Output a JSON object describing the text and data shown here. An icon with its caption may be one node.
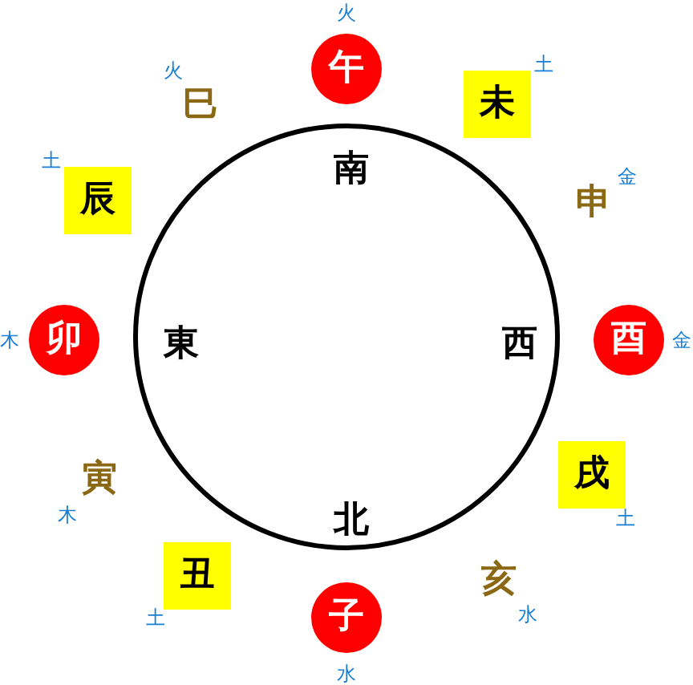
{
  "diagram": {
    "nodes": [
      {
        "text": [
          "午"
        ],
        "beside": [
          "火"
        ]
      },
      {
        "text": [
          "未"
        ],
        "beside": [
          "土"
        ]
      },
      {
        "text": [
          "辰"
        ],
        "beside": [
          "土"
        ]
      },
      {
        "text": [
          "南",
          "東",
          "西",
          "北"
        ]
      },
      {
        "text": [
          "卯"
        ],
        "beside": [
          "木"
        ]
      },
      {
        "text": [
          "酉"
        ],
        "beside": [
          "金"
        ]
      },
      {
        "text": [
          "戌"
        ],
        "beside": [
          "土"
        ]
      },
      {
        "text": [
          "丑"
        ],
        "beside": [
          "土"
        ]
      },
      {
        "text": [
          "子"
        ],
        "beside": [
          "水"
        ]
      }
    ],
    "labels": [
      "火",
      "巳",
      "金",
      "申",
      "寅",
      "木",
      "亥",
      "水"
    ]
  }
}
